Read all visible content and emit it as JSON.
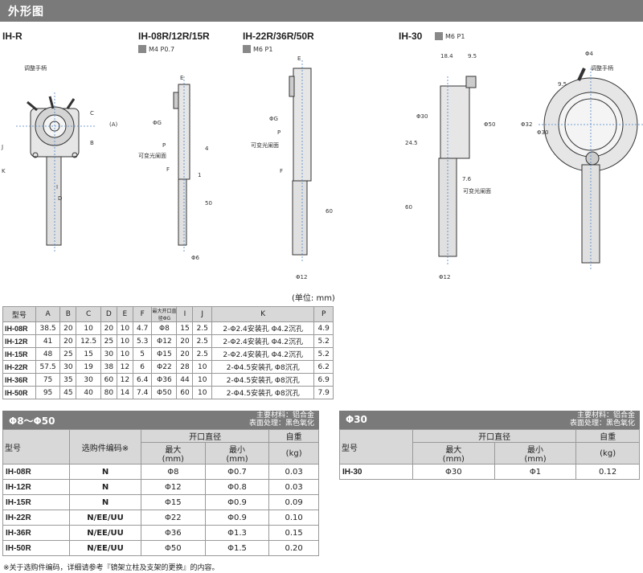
{
  "header": {
    "title": "外形图"
  },
  "models": [
    {
      "label": "IH-R",
      "thread": ""
    },
    {
      "label": "IH-08R/12R/15R",
      "thread": "M4 P0.7"
    },
    {
      "label": "IH-22R/36R/50R",
      "thread": "M6 P1"
    },
    {
      "label": "IH-30",
      "thread": "M6 P1"
    }
  ],
  "drawing_labels": {
    "adjust_handle": "调整手柄",
    "iris_face": "可变光阑面",
    "A": "(A)",
    "B": "B",
    "C": "C",
    "D": "D",
    "E": "E",
    "F": "F",
    "G": "ΦG",
    "I": "I",
    "J": "J",
    "K": "K",
    "P": "P",
    "dim_4": "4",
    "dim_1": "1",
    "dim_50": "50",
    "dim_60": "60",
    "phi6": "Φ6",
    "phi12": "Φ12",
    "dim_18_4": "18.4",
    "dim_9_5": "9.5",
    "phi4": "Φ4",
    "phi30": "Φ30",
    "phi50": "Φ50",
    "phi32": "Φ32",
    "dim_24_5": "24.5",
    "dim_7_6": "7.6",
    "dim_9_5b": "9.5"
  },
  "unit": "(单位: mm)",
  "dim_table": {
    "headers": [
      "型号",
      "A",
      "B",
      "C",
      "D",
      "E",
      "F",
      "最大开口直径ΦG",
      "I",
      "J",
      "K",
      "P"
    ],
    "rows": [
      [
        "IH-08R",
        "38.5",
        "20",
        "10",
        "20",
        "10",
        "4.7",
        "Φ8",
        "15",
        "2.5",
        "2-Φ2.4安装孔 Φ4.2沉孔",
        "4.9"
      ],
      [
        "IH-12R",
        "41",
        "20",
        "12.5",
        "25",
        "10",
        "5.3",
        "Φ12",
        "20",
        "2.5",
        "2-Φ2.4安装孔 Φ4.2沉孔",
        "5.2"
      ],
      [
        "IH-15R",
        "48",
        "25",
        "15",
        "30",
        "10",
        "5",
        "Φ15",
        "20",
        "2.5",
        "2-Φ2.4安装孔 Φ4.2沉孔",
        "5.2"
      ],
      [
        "IH-22R",
        "57.5",
        "30",
        "19",
        "38",
        "12",
        "6",
        "Φ22",
        "28",
        "10",
        "2-Φ4.5安装孔 Φ8沉孔",
        "6.2"
      ],
      [
        "IH-36R",
        "75",
        "35",
        "30",
        "60",
        "12",
        "6.4",
        "Φ36",
        "44",
        "10",
        "2-Φ4.5安装孔 Φ8沉孔",
        "6.9"
      ],
      [
        "IH-50R",
        "95",
        "45",
        "40",
        "80",
        "14",
        "7.4",
        "Φ50",
        "60",
        "10",
        "2-Φ4.5安装孔 Φ8沉孔",
        "7.9"
      ]
    ]
  },
  "spec1": {
    "title": "Φ8～Φ50",
    "material": "主要材料：铝合金",
    "finish": "表面处理：黑色氧化",
    "h_model": "型号",
    "h_option": "选购件编码※",
    "h_aperture": "开口直径",
    "h_max": "最大",
    "h_min": "最小",
    "h_mm": "(mm)",
    "h_weight": "自重",
    "h_kg": "(kg)",
    "rows": [
      [
        "IH-08R",
        "N",
        "Φ8",
        "Φ0.7",
        "0.03"
      ],
      [
        "IH-12R",
        "N",
        "Φ12",
        "Φ0.8",
        "0.03"
      ],
      [
        "IH-15R",
        "N",
        "Φ15",
        "Φ0.9",
        "0.09"
      ],
      [
        "IH-22R",
        "N/EE/UU",
        "Φ22",
        "Φ0.9",
        "0.10"
      ],
      [
        "IH-36R",
        "N/EE/UU",
        "Φ36",
        "Φ1.3",
        "0.15"
      ],
      [
        "IH-50R",
        "N/EE/UU",
        "Φ50",
        "Φ1.5",
        "0.20"
      ]
    ]
  },
  "spec2": {
    "title": "Φ30",
    "material": "主要材料：铝合金",
    "finish": "表面处理：黑色氧化",
    "h_model": "型号",
    "h_aperture": "开口直径",
    "h_max": "最大",
    "h_min": "最小",
    "h_mm": "(mm)",
    "h_weight": "自重",
    "h_kg": "(kg)",
    "rows": [
      [
        "IH-30",
        "Φ30",
        "Φ1",
        "0.12"
      ]
    ]
  },
  "footnote": "※关于选购件编码，详细请参考『镜架立柱及支架的更换』的内容。"
}
